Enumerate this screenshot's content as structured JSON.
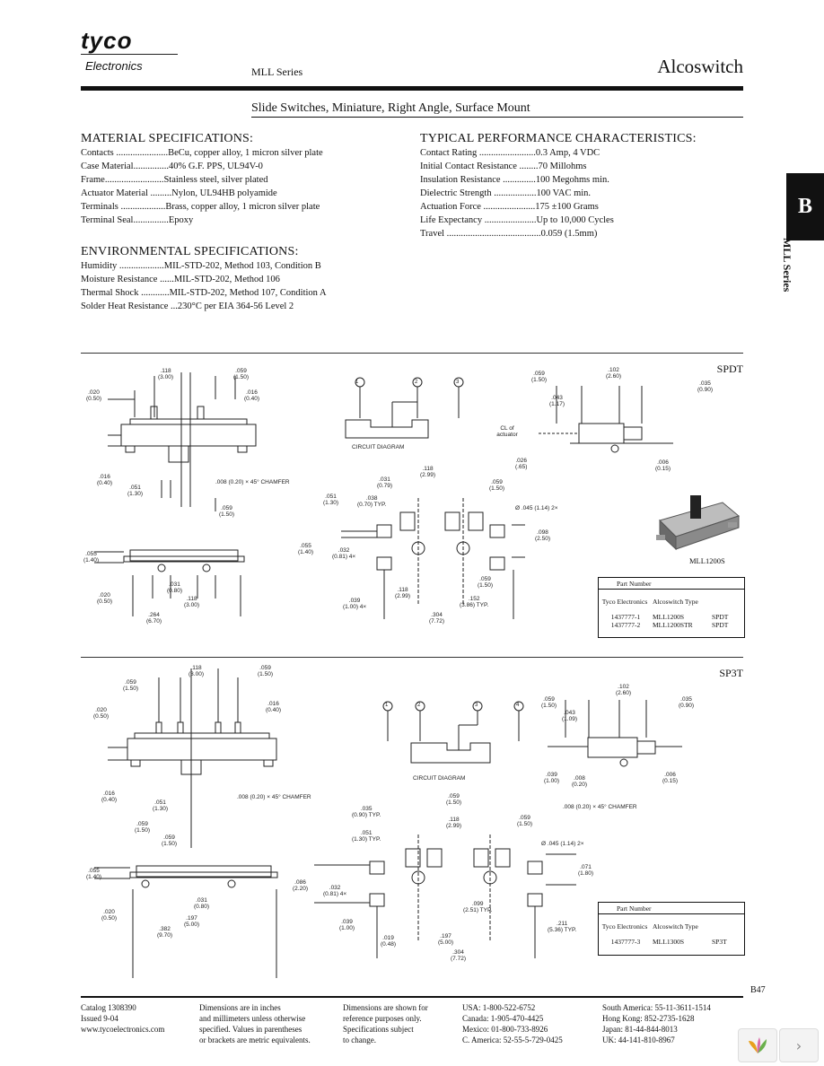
{
  "header": {
    "logo_main": "tyco",
    "logo_sub": "Electronics",
    "series": "MLL Series",
    "brand": "Alcoswitch",
    "subtitle": "Slide Switches, Miniature, Right Angle, Surface Mount"
  },
  "side_tab": {
    "letter": "B",
    "series": "MLL Series"
  },
  "material": {
    "title": "MATERIAL SPECIFICATIONS:",
    "rows": [
      "Contacts ......................BeCu, copper alloy, 1 micron silver plate",
      "Case Material...............40% G.F. PPS, UL94V-0",
      "Frame.........................Stainless steel, silver plated",
      "Actuator Material .........Nylon, UL94HB polyamide",
      "Terminals ...................Brass, copper alloy, 1 micron silver plate",
      "Terminal Seal...............Epoxy"
    ]
  },
  "environmental": {
    "title": "ENVIRONMENTAL SPECIFICATIONS:",
    "rows": [
      "Humidity ...................MIL-STD-202, Method 103, Condition B",
      "Moisture Resistance ......MIL-STD-202, Method 106",
      "Thermal Shock ............MIL-STD-202, Method 107, Condition A",
      "Solder Heat Resistance ...230°C per EIA 364-56 Level 2"
    ]
  },
  "performance": {
    "title": "TYPICAL PERFORMANCE CHARACTERISTICS:",
    "rows": [
      "Contact Rating ........................0.3 Amp, 4 VDC",
      "Initial Contact Resistance ........70 Millohms",
      "Insulation Resistance ..............100 Megohms min.",
      "Dielectric Strength ..................100 VAC min.",
      "Actuation Force ......................175 ±100 Grams",
      "Life Expectancy ......................Up to 10,000 Cycles",
      "Travel ........................................0.059 (1.5mm)"
    ]
  },
  "spdt": {
    "tag": "SPDT",
    "circuit_label": "CIRCUIT DIAGRAM",
    "pins": [
      "1",
      "2",
      "3"
    ],
    "photo_label": "MLL1200S",
    "chamfer": ".008 (0.20) × 45° CHAMFER",
    "dims": {
      "d118": ".118",
      "d118m": "(3.00)",
      "d059": ".059",
      "d059m": "(1.50)",
      "d020": ".020",
      "d020m": "(0.50)",
      "d016": ".016",
      "d016m": "(0.40)",
      "d051": ".051",
      "d051m": "(1.30)",
      "d055": ".055",
      "d055m": "(1.40)",
      "d031": ".031",
      "d031m": "(0.80)",
      "d264": ".264",
      "d264m": "(6.70)",
      "d102": ".102",
      "d102m": "(2.60)",
      "d035": ".035",
      "d035m": "(0.90)",
      "d043": ".043",
      "d043m": "(1.17)",
      "d026": ".026",
      "d026m": "(.65)",
      "d006": ".006",
      "d006m": "(0.15)",
      "d031b": ".031",
      "d031bm": "(0.79)",
      "d038": ".038",
      "d038m": "(0.70) TYP.",
      "d118b": ".118",
      "d118bm": "(2.99)",
      "d045": "Ø .045 (1.14) 2×",
      "d098": ".098",
      "d098m": "(2.50)",
      "d032": ".032",
      "d032m": "(0.81) 4×",
      "d039": ".039",
      "d039m": "(1.00) 4×",
      "d152": ".152",
      "d152m": "(3.86) TYP.",
      "d304": ".304",
      "d304m": "(7.72)",
      "cl": "CL of actuator"
    },
    "table": {
      "header": "Part Number",
      "col1": "Tyco Electronics",
      "col2": "Alcoswitch Type",
      "rows": [
        [
          "1437777-1",
          "MLL1200S",
          "SPDT"
        ],
        [
          "1437777-2",
          "MLL1200STR",
          "SPDT"
        ]
      ]
    }
  },
  "sp3t": {
    "tag": "SP3T",
    "circuit_label": "CIRCUIT DIAGRAM",
    "pins": [
      "1",
      "2",
      "3",
      "4"
    ],
    "chamfer": ".008 (0.20) × 45° CHAMFER",
    "dims": {
      "d118": ".118",
      "d118m": "(3.00)",
      "d059": ".059",
      "d059m": "(1.50)",
      "d020": ".020",
      "d020m": "(0.50)",
      "d016": ".016",
      "d016m": "(0.40)",
      "d051": ".051",
      "d051m": "(1.30)",
      "d055": ".055",
      "d055m": "(1.40)",
      "d031": ".031",
      "d031m": "(0.80)",
      "d197": ".197",
      "d197m": "(5.00)",
      "d382": ".382",
      "d382m": "(9.70)",
      "d102": ".102",
      "d102m": "(2.60)",
      "d035": ".035",
      "d035m": "(0.90)",
      "d043": ".043",
      "d043m": "(1.09)",
      "d039": ".039",
      "d039m": "(1.00)",
      "d008": ".008",
      "d008m": "(0.20)",
      "d006": ".006",
      "d006m": "(0.15)",
      "d035b": ".035",
      "d035bm": "(0.90) TYP.",
      "d051b": ".051",
      "d051bm": "(1.30) TYP.",
      "d118b": ".118",
      "d118bm": "(2.99)",
      "d045": "Ø .045 (1.14) 2×",
      "d071": ".071",
      "d071m": "(1.80)",
      "d086": ".086",
      "d086m": "(2.20)",
      "d032": ".032",
      "d032m": "(0.81) 4×",
      "d019": ".019",
      "d019m": "(0.48)",
      "d099": ".099",
      "d099m": "(2.51) TYP.",
      "d211": ".211",
      "d211m": "(5.36) TYP.",
      "d304": ".304",
      "d304m": "(7.72)"
    },
    "table": {
      "header": "Part Number",
      "col1": "Tyco Electronics",
      "col2": "Alcoswitch Type",
      "rows": [
        [
          "1437777-3",
          "MLL1300S",
          "SP3T"
        ]
      ]
    }
  },
  "page_number": "B47",
  "footer": {
    "col1": [
      "Catalog 1308390",
      "Issued 9-04",
      "www.tycoelectronics.com"
    ],
    "col2": [
      "Dimensions are in inches",
      "and millimeters unless otherwise",
      "specified. Values in parentheses",
      "or brackets are metric equivalents."
    ],
    "col3": [
      "Dimensions are shown for",
      "reference purposes only.",
      "Specifications subject",
      "to change."
    ],
    "col4": [
      "USA: 1-800-522-6752",
      "Canada: 1-905-470-4425",
      "Mexico: 01-800-733-8926",
      "C. America: 52-55-5-729-0425"
    ],
    "col5": [
      "South America: 55-11-3611-1514",
      "Hong Kong: 852-2735-1628",
      "Japan: 81-44-844-8013",
      "UK: 44-141-810-8967"
    ]
  }
}
